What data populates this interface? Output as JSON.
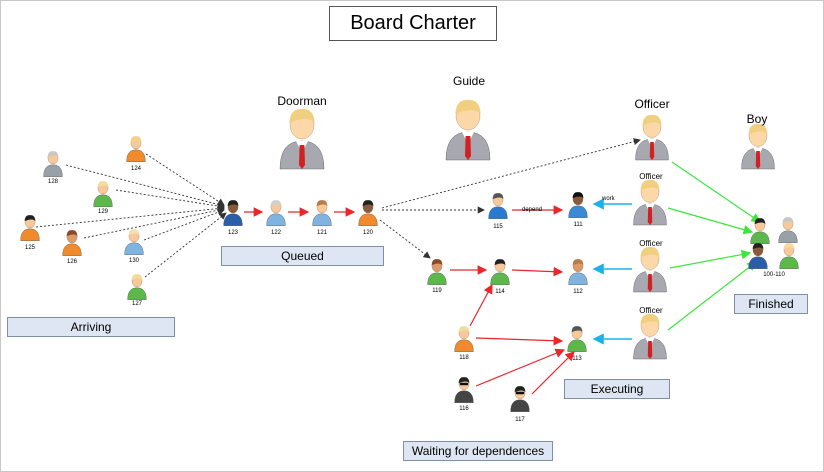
{
  "title": "Board Charter",
  "roles": {
    "doorman": "Doorman",
    "guide": "Guide",
    "officer": "Officer",
    "boy": "Boy"
  },
  "stages": {
    "arriving": "Arriving",
    "queued": "Queued",
    "waiting": "Waiting for dependences",
    "executing": "Executing",
    "finished": "Finished"
  },
  "people": [
    {
      "id": "128",
      "label": "128"
    },
    {
      "id": "124",
      "label": "124"
    },
    {
      "id": "129",
      "label": "129"
    },
    {
      "id": "125",
      "label": "125"
    },
    {
      "id": "126",
      "label": "126"
    },
    {
      "id": "130",
      "label": "130"
    },
    {
      "id": "127",
      "label": "127"
    },
    {
      "id": "123",
      "label": "123"
    },
    {
      "id": "122",
      "label": "122"
    },
    {
      "id": "121",
      "label": "121"
    },
    {
      "id": "120",
      "label": "120"
    },
    {
      "id": "115",
      "label": "115"
    },
    {
      "id": "111",
      "label": "111"
    },
    {
      "id": "119",
      "label": "119"
    },
    {
      "id": "114",
      "label": "114"
    },
    {
      "id": "112",
      "label": "112"
    },
    {
      "id": "118",
      "label": "118"
    },
    {
      "id": "113",
      "label": "113"
    },
    {
      "id": "116",
      "label": "116"
    },
    {
      "id": "117",
      "label": "117"
    },
    {
      "id": "finished",
      "label": "100-110"
    }
  ],
  "edge_labels": {
    "depend": "depend",
    "work": "work"
  },
  "colors": {
    "dependency": "#e8262b",
    "work": "#1ab2e8",
    "finish": "#3ce63c",
    "queue_flow": "#333333",
    "label_fill": "#dde6f2"
  }
}
